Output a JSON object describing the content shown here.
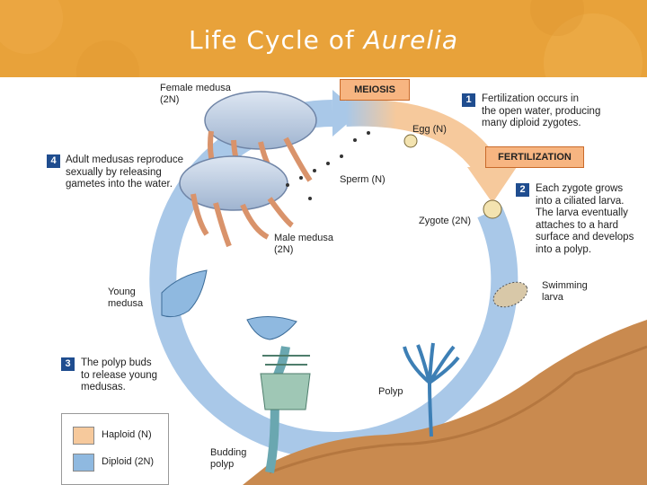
{
  "title": {
    "prefix": "Life Cycle of ",
    "species": "Aurelia"
  },
  "phases": {
    "meiosis": "MEIOSIS",
    "fertilization": "FERTILIZATION"
  },
  "labels": {
    "female_medusa": "Female medusa\n(2N)",
    "male_medusa": "Male medusa\n(2N)",
    "egg": "Egg (N)",
    "sperm": "Sperm (N)",
    "zygote": "Zygote (2N)",
    "swimming_larva": "Swimming\nlarva",
    "polyp": "Polyp",
    "budding_polyp": "Budding\npolyp",
    "young_medusa": "Young\nmedusa"
  },
  "steps": [
    {
      "num": "1",
      "text": "Fertilization occurs in\nthe open water, producing\nmany diploid zygotes."
    },
    {
      "num": "2",
      "text": "Each zygote grows\ninto a ciliated larva.\nThe larva eventually\nattaches to a hard\nsurface and develops\ninto a polyp."
    },
    {
      "num": "3",
      "text": "The polyp buds\nto release young\nmedusas."
    },
    {
      "num": "4",
      "text": "Adult medusas reproduce\nsexually by releasing\ngametes into the water."
    }
  ],
  "legend": [
    {
      "label": "Haploid (N)",
      "color": "#f6c99c"
    },
    {
      "label": "Diploid (2N)",
      "color": "#8fb9e0"
    }
  ],
  "colors": {
    "banner": "#e8a23a",
    "ring": "#a9c8e8",
    "haploid_arrow": "#f6c99c",
    "step_box": "#1f4d8f"
  }
}
